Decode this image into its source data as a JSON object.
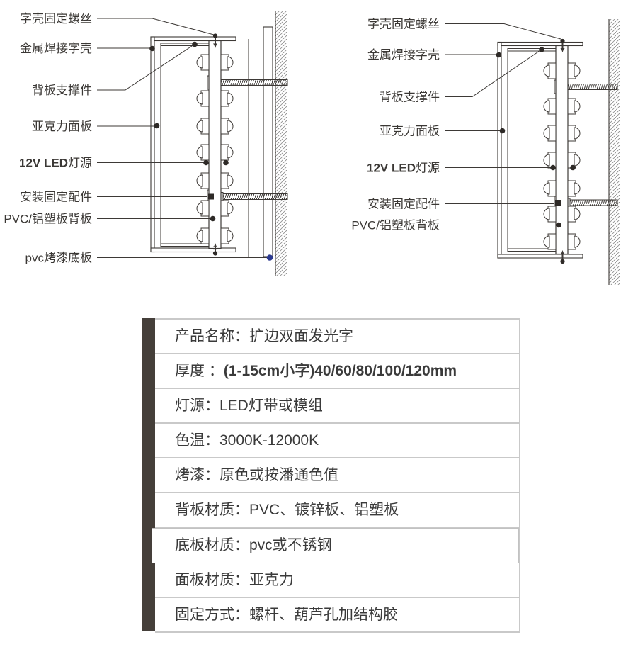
{
  "diagram_labels": {
    "left": [
      {
        "text": "字壳固定螺丝"
      },
      {
        "text": "金属焊接字壳"
      },
      {
        "text": "背板支撑件"
      },
      {
        "text": "亚克力面板"
      },
      {
        "text_bold": "12V LED",
        "text": "灯源"
      },
      {
        "text": "安装固定配件"
      },
      {
        "text": "PVC/铝塑板背板"
      },
      {
        "text": "pvc烤漆底板"
      }
    ],
    "right": [
      {
        "text": "字壳固定螺丝"
      },
      {
        "text": "金属焊接字壳"
      },
      {
        "text": "背板支撑件"
      },
      {
        "text": "亚克力面板"
      },
      {
        "text_bold": "12V LED",
        "text": "灯源"
      },
      {
        "text": "安装固定配件"
      },
      {
        "text": "PVC/铝塑板背板"
      }
    ]
  },
  "table": {
    "rows": [
      {
        "label": "产品名称：",
        "value": "扩边双面发光字"
      },
      {
        "label": "厚度 ：",
        "value": "(1-15cm小字)40/60/80/100/120mm",
        "value_bold": true
      },
      {
        "label": "灯源：",
        "value": "LED灯带或模组"
      },
      {
        "label": "色温：",
        "value": "3000K-12000K"
      },
      {
        "label": "烤漆：",
        "value": "原色或按潘通色值"
      },
      {
        "label": "背板材质：",
        "value": "PVC、镀锌板、铝塑板"
      },
      {
        "label": "底板材质：",
        "value": "pvc或不锈钢",
        "highlighted": true
      },
      {
        "label": "面板材质：",
        "value": "亚克力"
      },
      {
        "label": "固定方式：",
        "value": "螺杆、葫芦孔加结构胶"
      }
    ]
  },
  "colors": {
    "accent_bar": "#453f3a",
    "diagram_line": "#3d3936",
    "anchor_dot": "#2e2a27",
    "highlight_dot_blue": "#2b3990",
    "divider": "#c9c9c9"
  }
}
